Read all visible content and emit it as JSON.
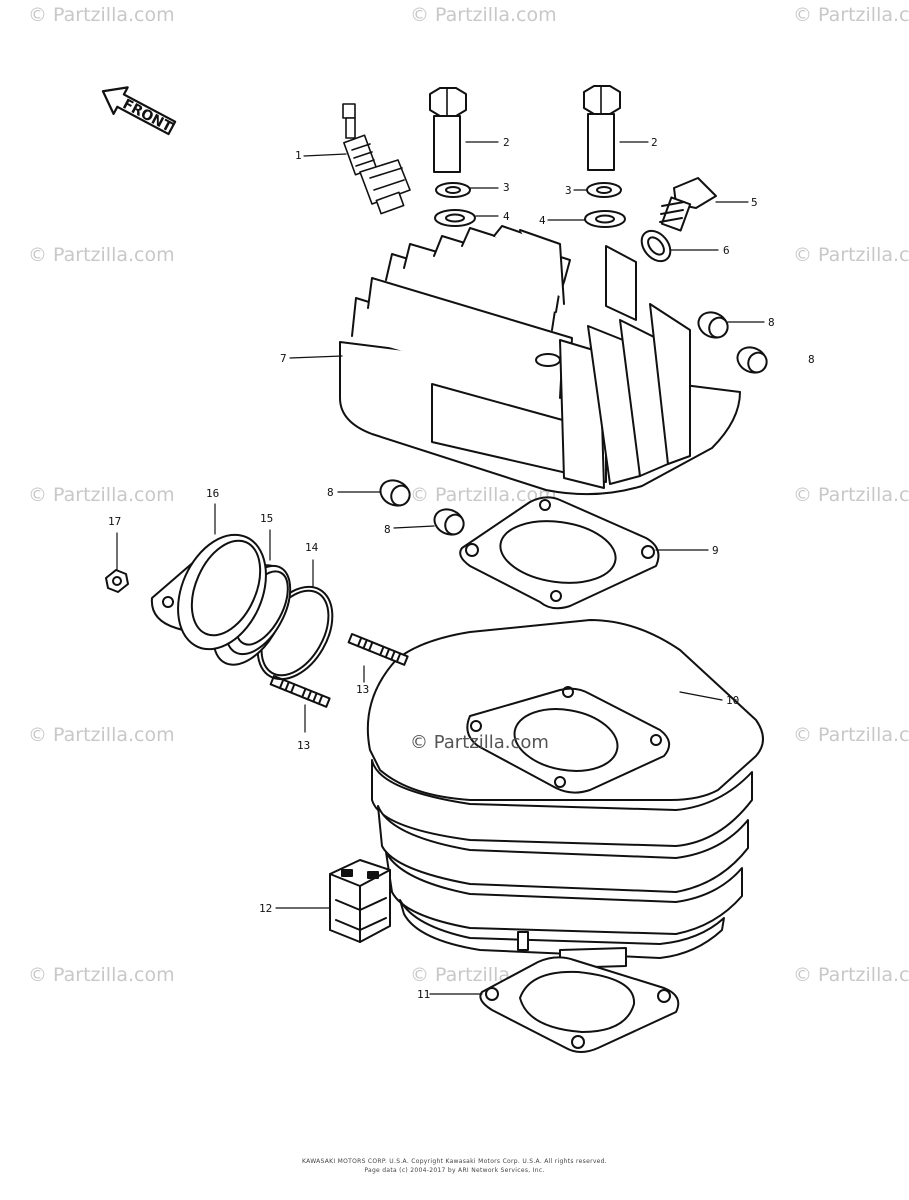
{
  "watermark": {
    "text": "© Partzilla.com",
    "center_text": "© Partzilla.com",
    "color": "#c8c8c8"
  },
  "front_arrow": {
    "label": "FRONT"
  },
  "callouts": {
    "c1": "1",
    "c2a": "2",
    "c2b": "2",
    "c3a": "3",
    "c3b": "3",
    "c4a": "4",
    "c4b": "4",
    "c5": "5",
    "c6": "6",
    "c7": "7",
    "c8a": "8",
    "c8b": "8",
    "c8c": "8",
    "c8d": "8",
    "c9": "9",
    "c10": "10",
    "c11": "11",
    "c12": "12",
    "c13a": "13",
    "c13b": "13",
    "c14": "14",
    "c15": "15",
    "c16": "16",
    "c17": "17"
  },
  "footer": {
    "line1": "KAWASAKI MOTORS CORP. U.S.A.  Copyright Kawasaki Motors Corp. U.S.A.  All rights reserved.",
    "line2": "Page data (c) 2004-2017 by ARI Network Services, Inc."
  }
}
